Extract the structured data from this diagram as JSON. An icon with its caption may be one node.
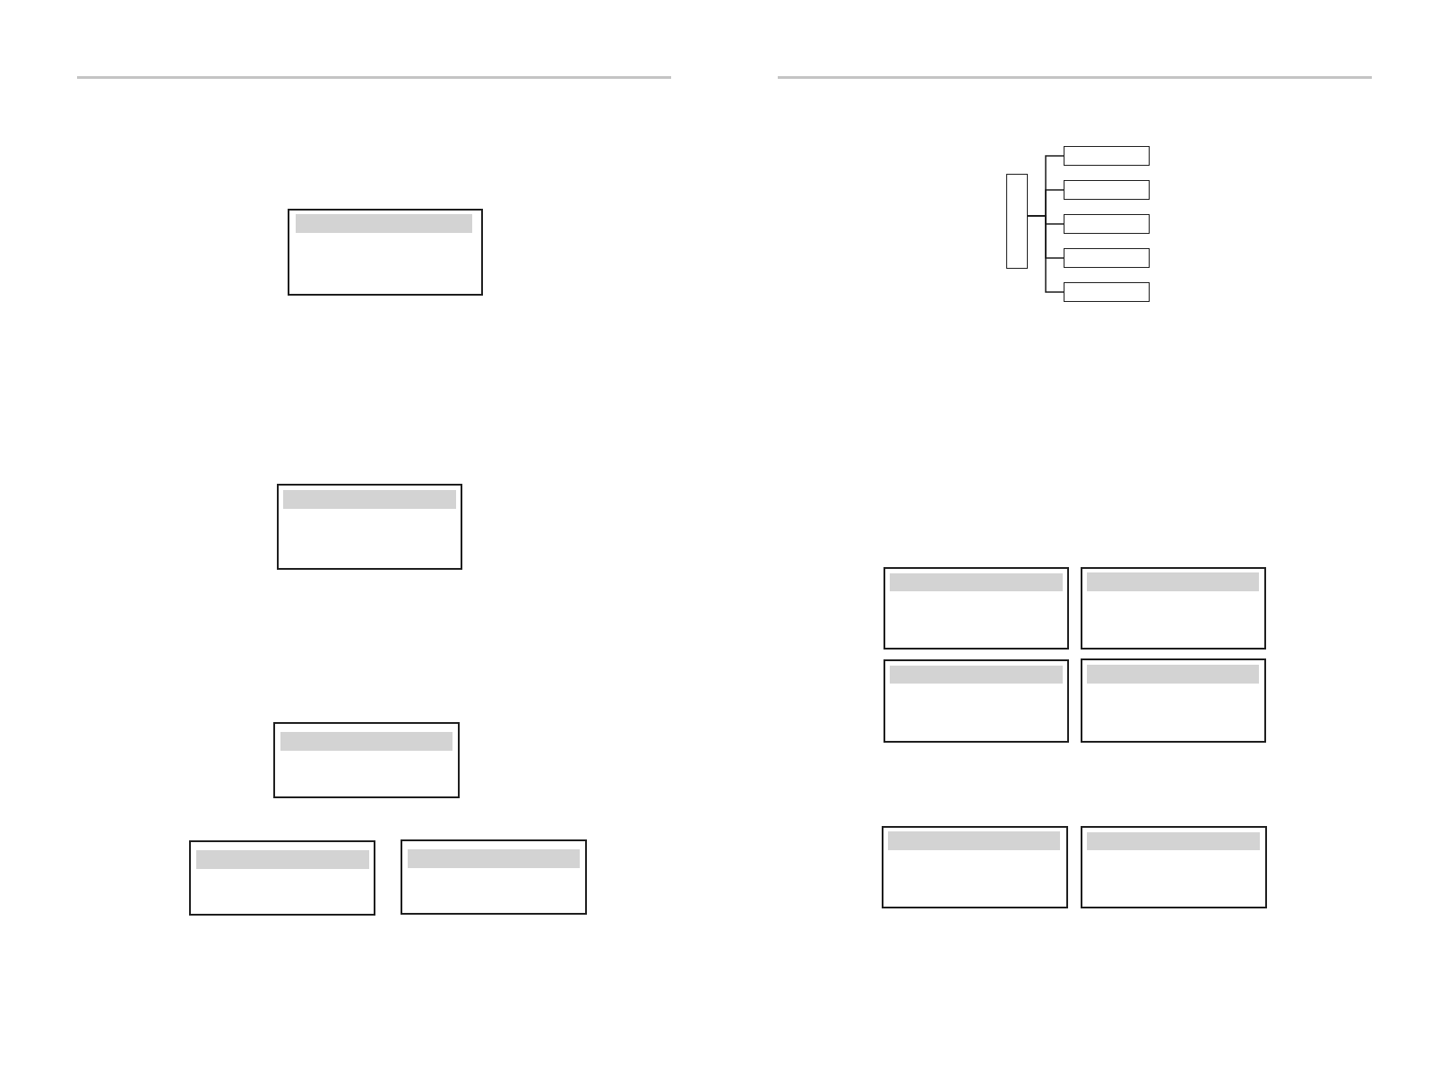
{
  "diagram": {
    "nodes": [
      {
        "text": [],
        "shape": "box"
      },
      {
        "text": [],
        "shape": "bar",
        "in": 0
      },
      {
        "text": [],
        "shape": "box"
      },
      {
        "text": [],
        "shape": "bar",
        "in": 2
      },
      {
        "text": [],
        "shape": "box"
      },
      {
        "text": [],
        "shape": "bar",
        "in": 4
      },
      {
        "text": [],
        "shape": "box"
      },
      {
        "text": [],
        "shape": "bar",
        "in": 6
      },
      {
        "text": [],
        "shape": "box"
      },
      {
        "text": [],
        "shape": "bar",
        "in": 8
      },
      {
        "text": [],
        "shape": "box"
      },
      {
        "text": [],
        "shape": "box"
      },
      {
        "text": [],
        "shape": "box"
      },
      {
        "text": [],
        "shape": "box"
      },
      {
        "text": [],
        "shape": "box"
      },
      {
        "text": [],
        "shape": "box"
      },
      {
        "text": [],
        "shape": "box"
      },
      {
        "text": [],
        "shape": "bar",
        "in": 16
      },
      {
        "text": [],
        "shape": "box"
      },
      {
        "text": [],
        "shape": "bar",
        "in": 18
      },
      {
        "text": [],
        "shape": "box"
      },
      {
        "text": [],
        "shape": "bar",
        "in": 20
      },
      {
        "text": [],
        "shape": "box"
      },
      {
        "text": [],
        "shape": "bar",
        "in": 22
      },
      {
        "text": [],
        "shape": "box"
      },
      {
        "text": [],
        "shape": "bar",
        "in": 24
      },
      {
        "text": [],
        "shape": "box"
      },
      {
        "text": [],
        "shape": "bar",
        "in": 26
      }
    ],
    "edges": [
      {
        "from": 10,
        "to": 11,
        "arrow": "none"
      },
      {
        "from": 10,
        "to": 12,
        "arrow": "none"
      },
      {
        "from": 10,
        "to": 13,
        "arrow": "none"
      },
      {
        "from": 10,
        "to": 14,
        "arrow": "none"
      },
      {
        "from": 10,
        "to": 15,
        "arrow": "none"
      }
    ]
  }
}
